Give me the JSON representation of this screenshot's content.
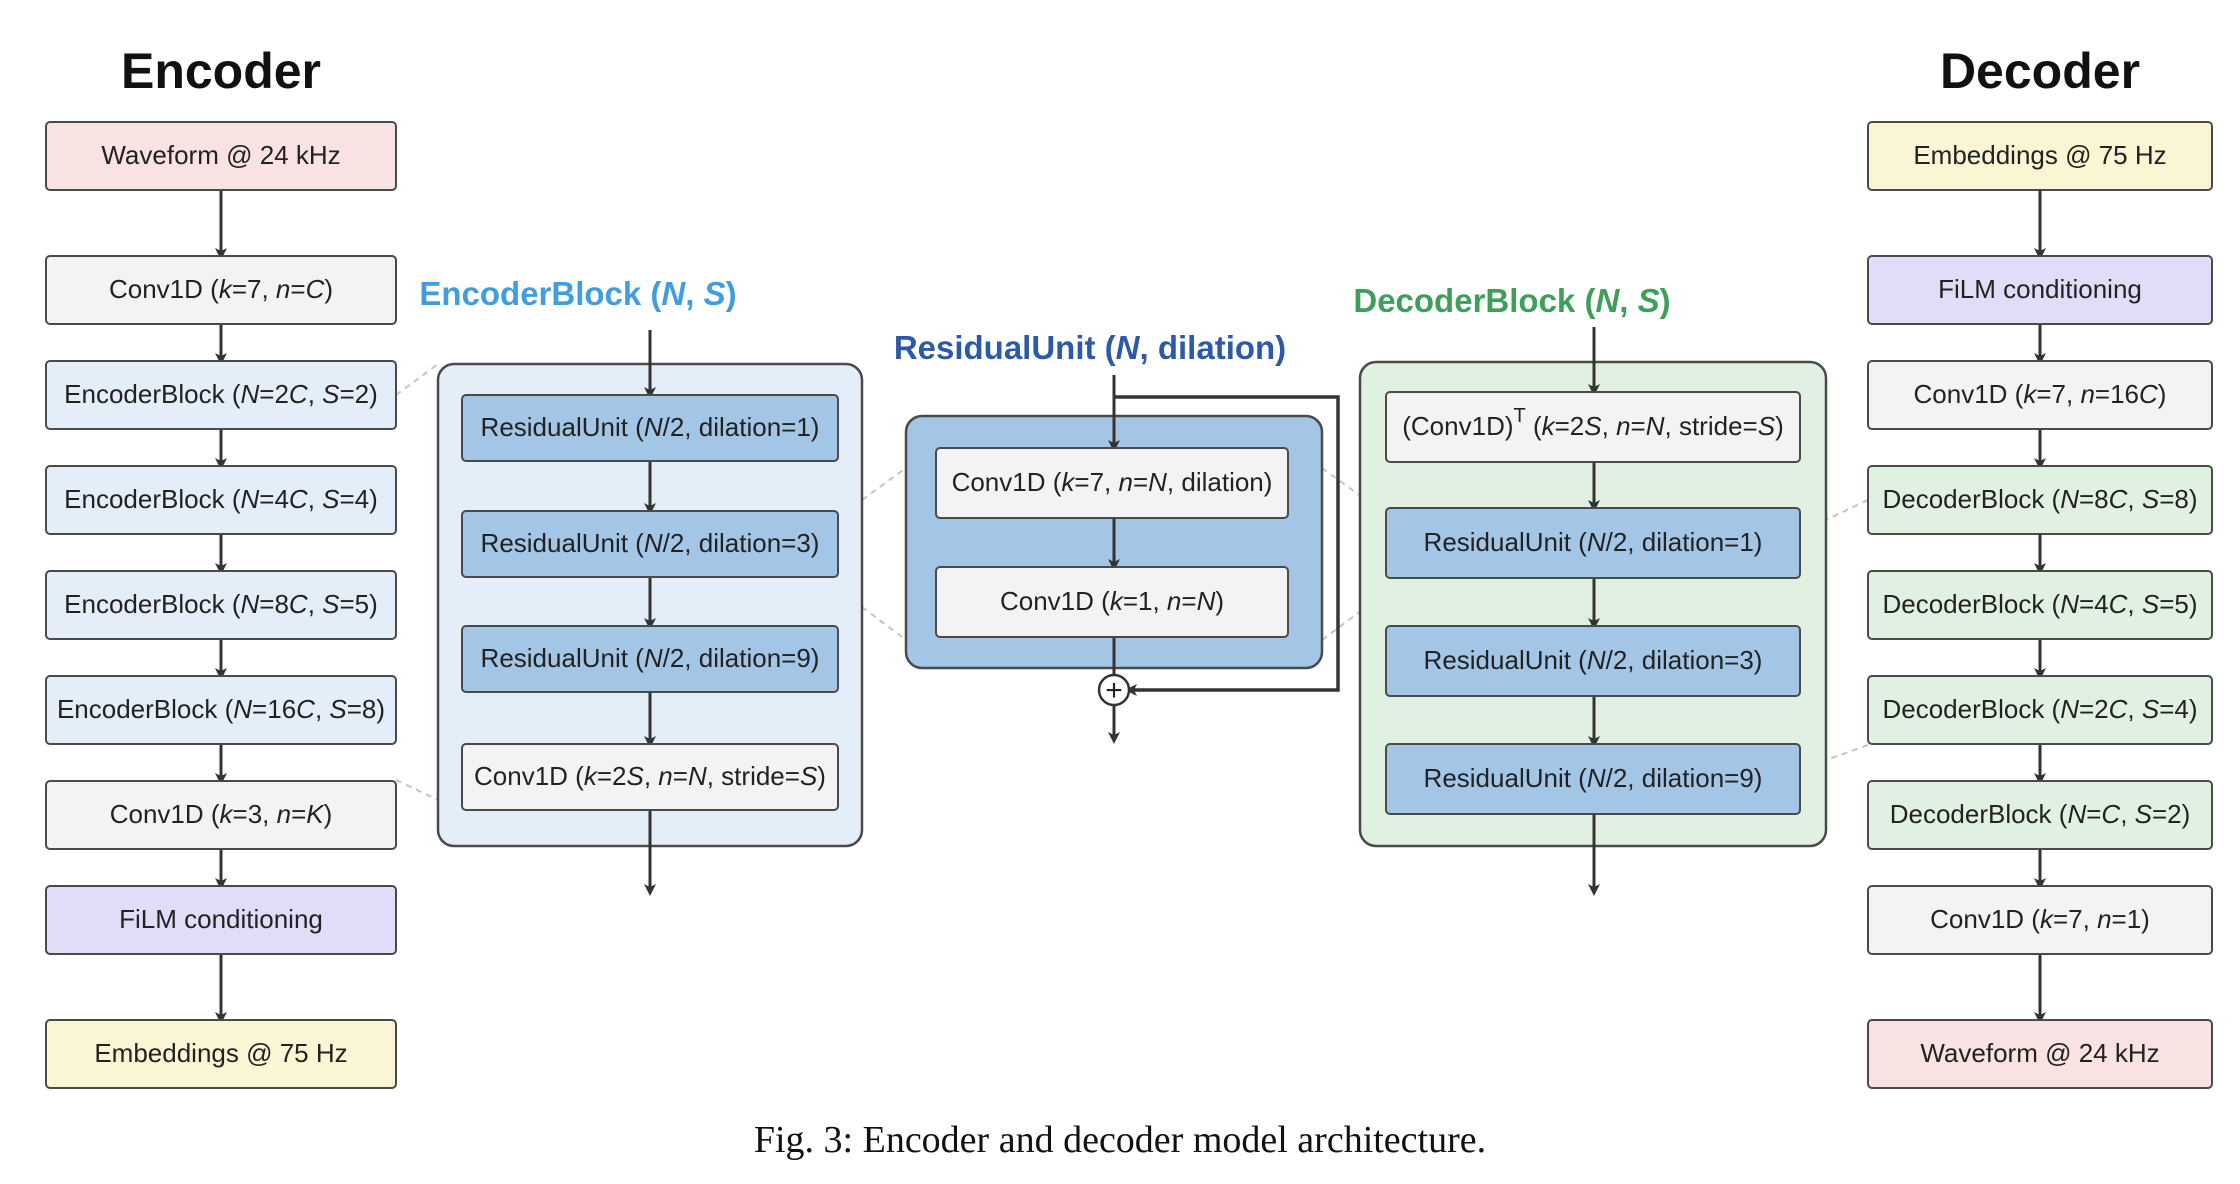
{
  "colors": {
    "stroke": "#4a4a4a",
    "arrow": "#333333",
    "pink": "#f8e2e2",
    "gray": "#f3f3f3",
    "lightblue": "#e3eef8",
    "lavender": "#e3dcf8",
    "yellow": "#faf5d2",
    "lightgreen": "#e1f1e1",
    "blue": "#a4c6e6",
    "encBlockTitle": "#3f9de0",
    "resUnitTitle": "#2c5aa8",
    "decBlockTitle": "#3e9e5a",
    "guide": "#c4c4c4"
  },
  "encoder": {
    "title": "Encoder",
    "items": [
      {
        "label": "Waveform @ 24 kHz",
        "color": "pink"
      },
      {
        "label": "Conv1D (k=7, n=C)",
        "color": "gray"
      },
      {
        "label": "EncoderBlock (N=2C, S=2)",
        "color": "lightblue"
      },
      {
        "label": "EncoderBlock (N=4C, S=4)",
        "color": "lightblue"
      },
      {
        "label": "EncoderBlock (N=8C, S=5)",
        "color": "lightblue"
      },
      {
        "label": "EncoderBlock (N=16C, S=8)",
        "color": "lightblue"
      },
      {
        "label": "Conv1D (k=3, n=K)",
        "color": "gray"
      },
      {
        "label": "FiLM conditioning",
        "color": "lavender"
      },
      {
        "label": "Embeddings @ 75 Hz",
        "color": "yellow"
      }
    ]
  },
  "decoder": {
    "title": "Decoder",
    "items": [
      {
        "label": "Embeddings @ 75 Hz",
        "color": "yellow"
      },
      {
        "label": "FiLM conditioning",
        "color": "lavender"
      },
      {
        "label": "Conv1D (k=7, n=16C)",
        "color": "gray"
      },
      {
        "label": "DecoderBlock (N=8C, S=8)",
        "color": "lightgreen"
      },
      {
        "label": "DecoderBlock (N=4C, S=5)",
        "color": "lightgreen"
      },
      {
        "label": "DecoderBlock (N=2C, S=4)",
        "color": "lightgreen"
      },
      {
        "label": "DecoderBlock (N=C, S=2)",
        "color": "lightgreen"
      },
      {
        "label": "Conv1D (k=7, n=1)",
        "color": "gray"
      },
      {
        "label": "Waveform @ 24 kHz",
        "color": "pink"
      }
    ]
  },
  "encoderBlock": {
    "title": "EncoderBlock (N, S)",
    "items": [
      {
        "label": "ResidualUnit (N/2, dilation=1)",
        "color": "blue"
      },
      {
        "label": "ResidualUnit (N/2, dilation=3)",
        "color": "blue"
      },
      {
        "label": "ResidualUnit (N/2, dilation=9)",
        "color": "blue"
      },
      {
        "label": "Conv1D (k=2S, n=N, stride=S)",
        "color": "gray"
      }
    ]
  },
  "residualUnit": {
    "title": "ResidualUnit (N, dilation)",
    "items": [
      {
        "label": "Conv1D (k=7, n=N, dilation)",
        "color": "gray"
      },
      {
        "label": "Conv1D (k=1, n=N)",
        "color": "gray"
      }
    ],
    "sum_symbol": "+"
  },
  "decoderBlock": {
    "title": "DecoderBlock (N, S)",
    "items": [
      {
        "label": "(Conv1D)ᵀ (k=2S, n=N, stride=S)",
        "color": "gray"
      },
      {
        "label": "ResidualUnit (N/2, dilation=1)",
        "color": "blue"
      },
      {
        "label": "ResidualUnit (N/2, dilation=3)",
        "color": "blue"
      },
      {
        "label": "ResidualUnit (N/2, dilation=9)",
        "color": "blue"
      }
    ]
  },
  "caption": "Fig. 3: Encoder and decoder model architecture."
}
